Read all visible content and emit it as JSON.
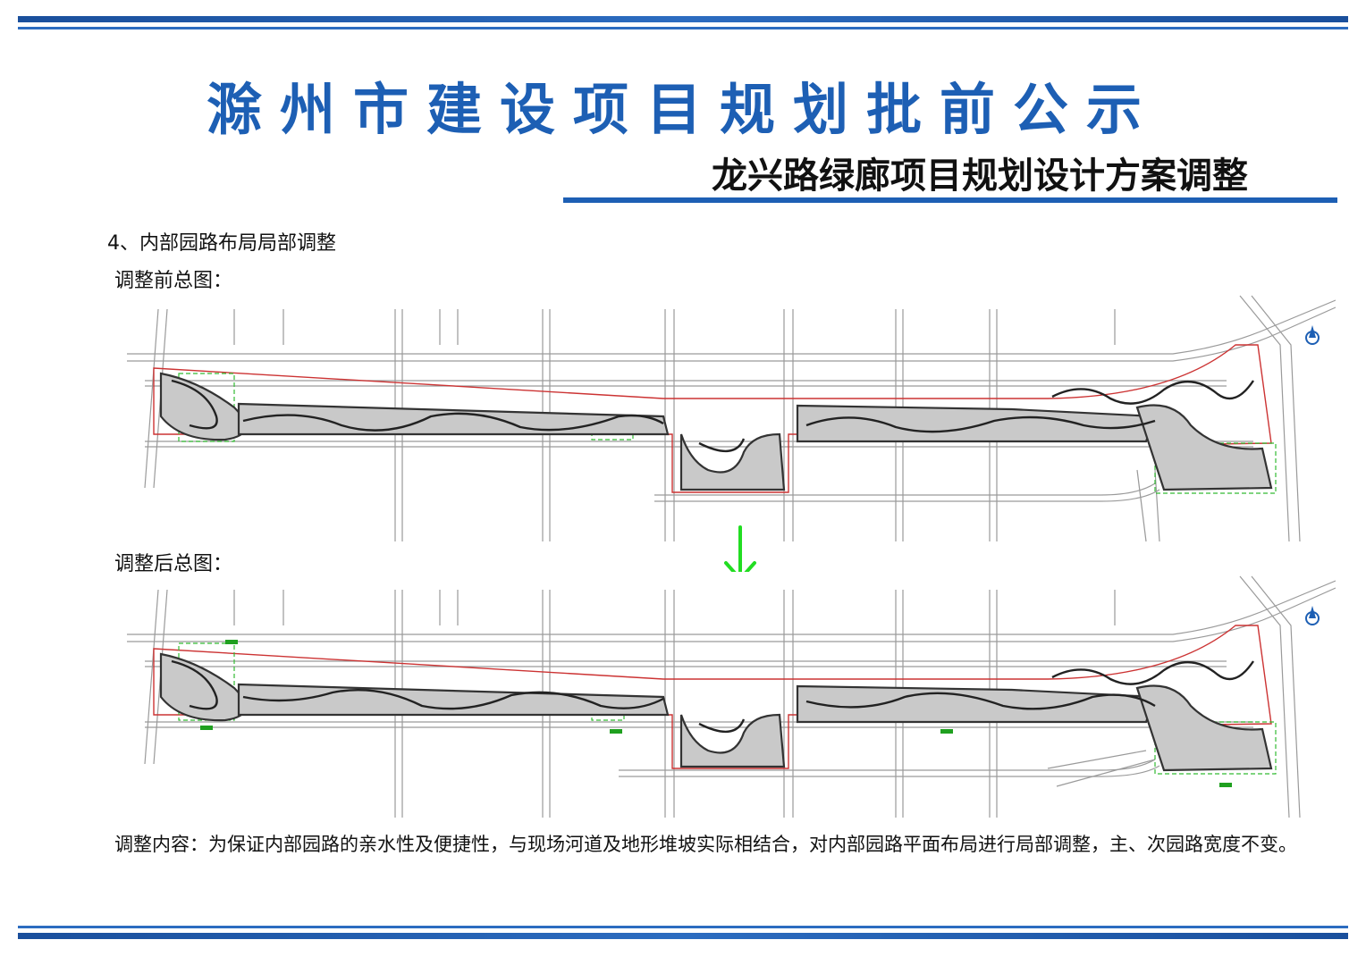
{
  "header": {
    "main_title": "滁州市建设项目规划批前公示",
    "sub_title": "龙兴路绿廊项目规划设计方案调整"
  },
  "content": {
    "section_heading": "4、内部园路布局局部调整",
    "before_label": "调整前总图：",
    "after_label": "调整后总图：",
    "description": "调整内容：为保证内部园路的亲水性及便捷性，与现场河道及地形堆坡实际相结合，对内部园路平面布局进行局部调整，主、次园路宽度不变。"
  },
  "colors": {
    "title_blue": "#1d5fb4",
    "arrow_green": "#22dd22",
    "boundary_red": "#cc3333"
  },
  "icons": [
    "north-arrow-icon",
    "down-arrow-icon"
  ]
}
